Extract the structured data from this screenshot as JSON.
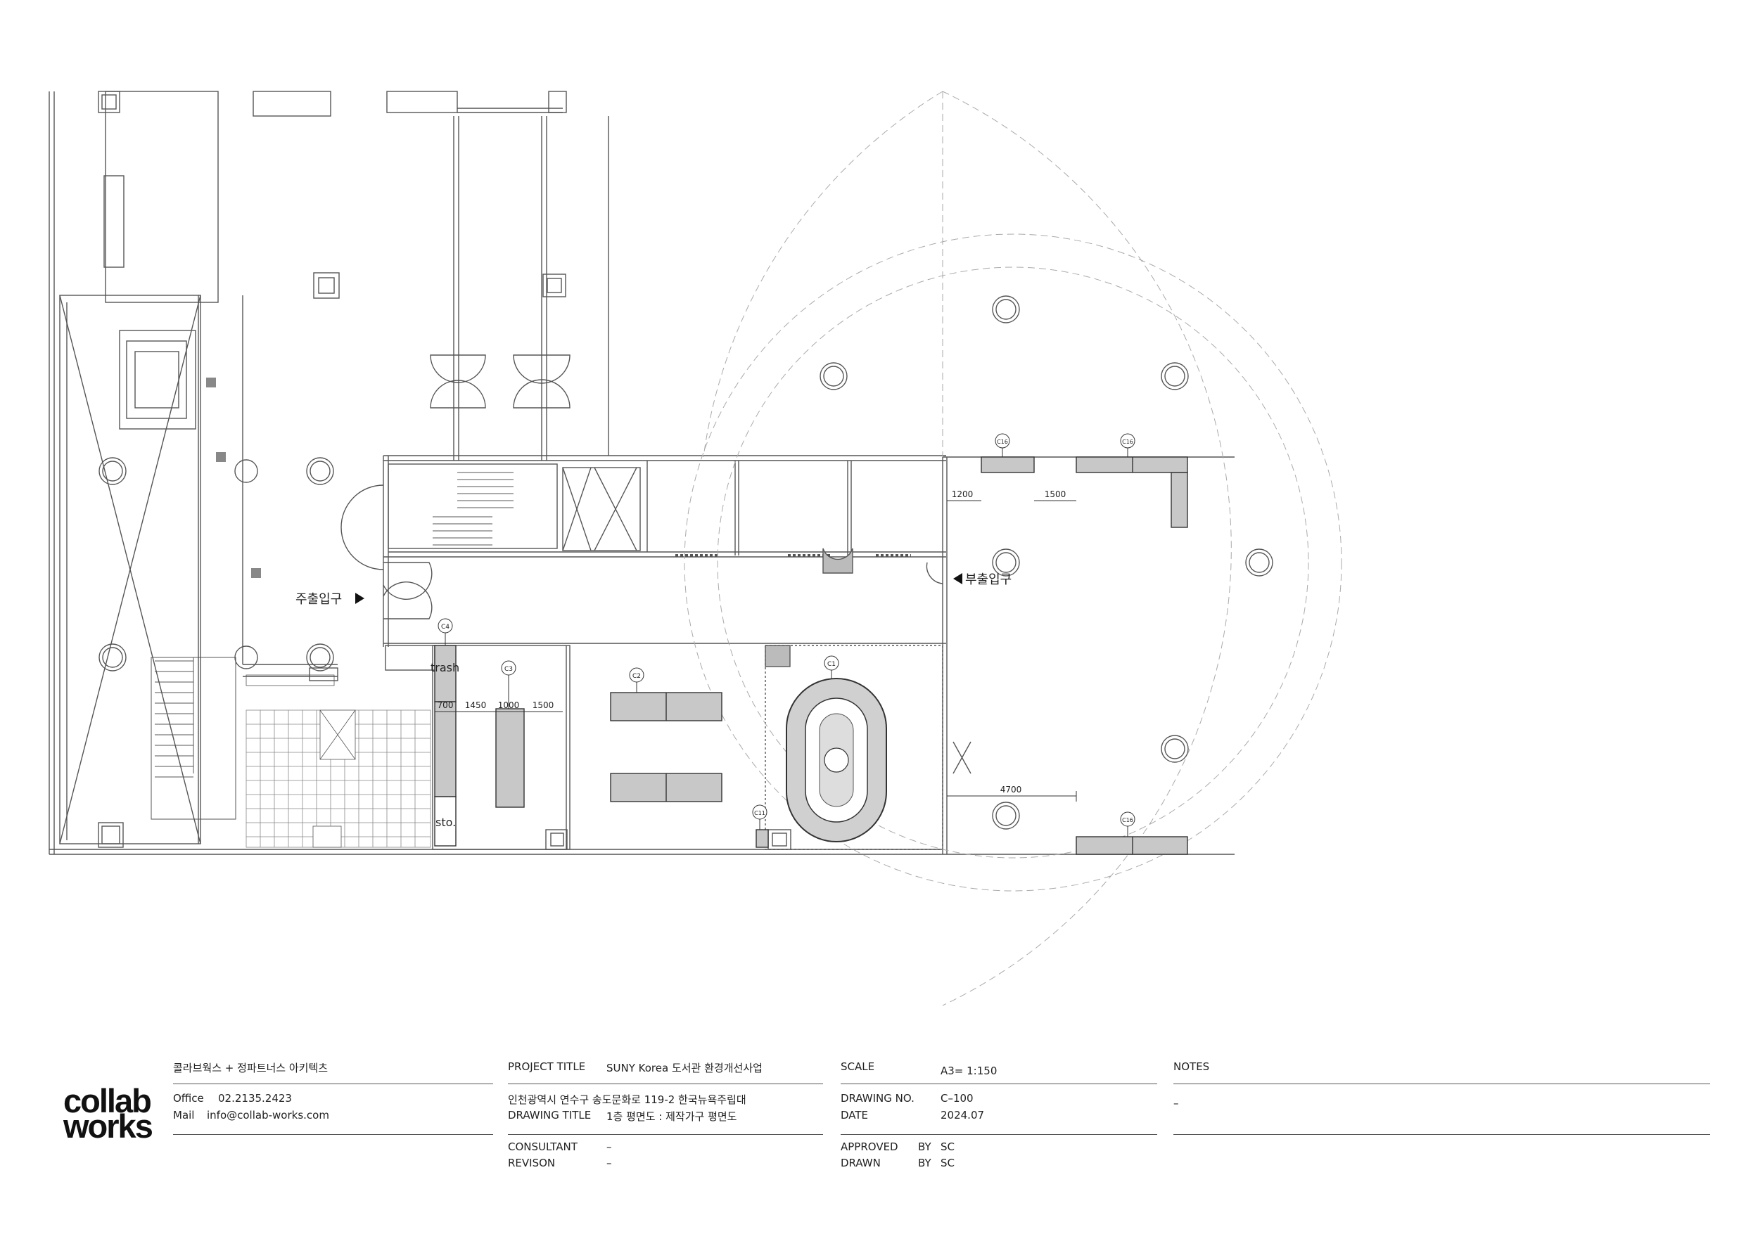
{
  "labels": {
    "main_entrance": "주출입구",
    "side_entrance": "부출입구",
    "trash": "trash",
    "storage": "sto."
  },
  "furniture_tags": {
    "c1": "C1",
    "c2": "C2",
    "c3": "C3",
    "c4": "C4",
    "c11": "C11",
    "c16a": "C16",
    "c16b": "C16",
    "c16c": "C16"
  },
  "dimensions": {
    "d700": "700",
    "d1450": "1450",
    "d1000": "1000",
    "d1500a": "1500",
    "d1200": "1200",
    "d1500b": "1500",
    "d4700": "4700"
  },
  "title_block": {
    "logo_line1": "collab",
    "logo_line2": "works",
    "firm_name": "콜라브웍스 + 정파트너스 아키텍츠",
    "office_label": "Office",
    "office_phone": "02.2135.2423",
    "mail_label": "Mail",
    "mail": "info@collab-works.com",
    "project_title_label": "PROJECT TITLE",
    "project_title": "SUNY Korea 도서관 환경개선사업",
    "address": "인천광역시 연수구 송도문화로 119-2 한국뉴욕주립대",
    "drawing_title_label": "DRAWING TITLE",
    "drawing_title": "1층 평면도 : 제작가구 평면도",
    "consultant_label": "CONSULTANT",
    "consultant": "–",
    "revision_label": "REVISON",
    "revision": "–",
    "scale_label": "SCALE",
    "scale": "A3= 1:150",
    "drawing_no_label": "DRAWING NO.",
    "drawing_no": "C–100",
    "date_label": "DATE",
    "date": "2024.07",
    "approved_label": "APPROVED",
    "approved_by_label": "BY",
    "approved_by": "SC",
    "drawn_label": "DRAWN",
    "drawn_by_label": "BY",
    "drawn_by": "SC",
    "notes_label": "NOTES",
    "notes": "–"
  }
}
